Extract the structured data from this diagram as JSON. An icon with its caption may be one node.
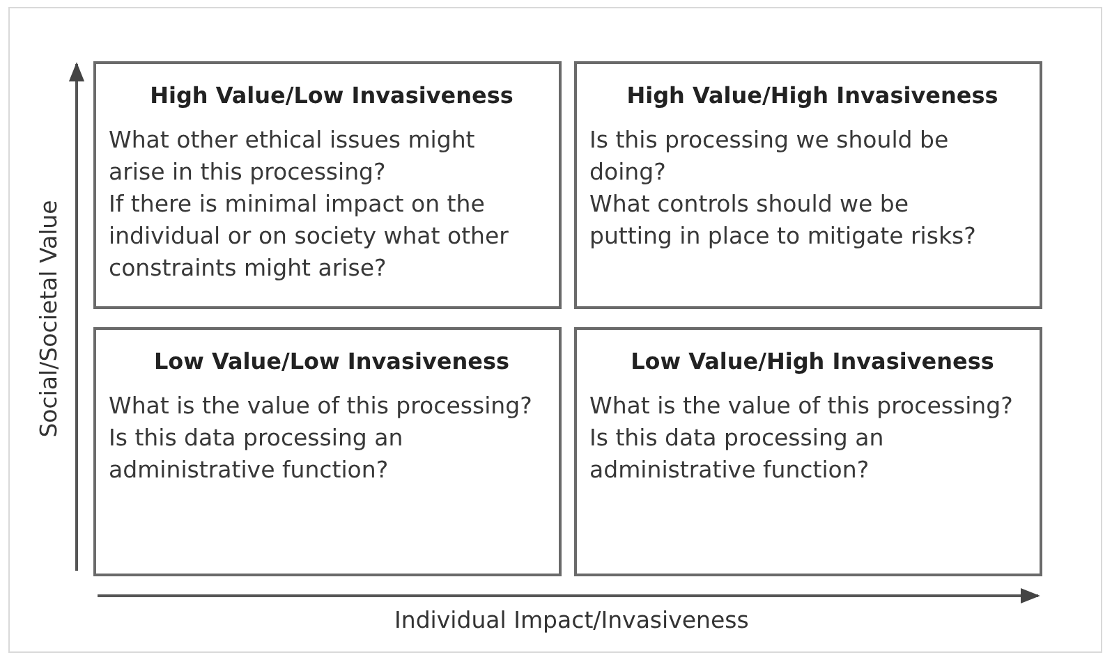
{
  "diagram": {
    "nodes": [
      {
        "text": [
          "High Value/Low Invasiveness",
          "What other ethical issues might arise in this processing?",
          "If there is minimal impact on the individual or on society what other constraints might arise?"
        ]
      },
      {
        "text": [
          "High Value/High Invasiveness",
          "Is this processing we should be doing?",
          "What controls should we be putting in place to mitigate risks?"
        ]
      },
      {
        "text": [
          "Low Value/Low Invasiveness",
          "What is the value of this processing?",
          "Is this data processing an administrative function?"
        ]
      },
      {
        "text": [
          "Low Value/High Invasiveness",
          "What is the value of this processing?",
          "Is this data processing an administrative function?"
        ]
      }
    ],
    "labels": [
      "Social/Societal Value",
      "Individual Impact/Invasiveness"
    ]
  }
}
